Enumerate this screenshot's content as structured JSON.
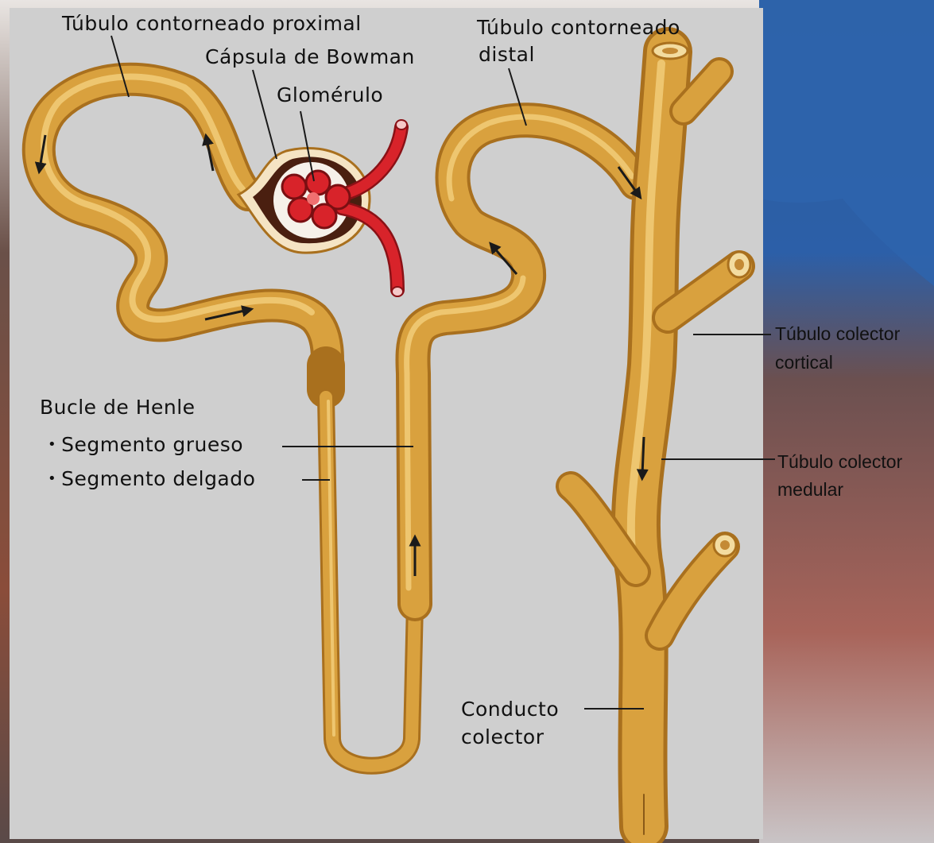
{
  "labels": {
    "tubulo_proximal": "Túbulo contorneado proximal",
    "capsula_bowman": "Cápsula de Bowman",
    "glomerulo": "Glomérulo",
    "tubulo_distal_line1": "Túbulo contorneado",
    "tubulo_distal_line2": "distal",
    "bucle_henle": "Bucle de Henle",
    "segmento_grueso": "Segmento grueso",
    "segmento_delgado": "Segmento delgado",
    "conducto_line1": "Conducto",
    "conducto_line2": "colector",
    "colector_cortical_line1": "Túbulo colector",
    "colector_cortical_line2": "cortical",
    "colector_medular_line1": "Túbulo colector",
    "colector_medular_line2": "medular"
  },
  "colors": {
    "tubule": "#d9a13e",
    "tubule_highlight": "#f3cf7d",
    "tubule_shadow": "#a9701e",
    "vessel": "#d8232a",
    "capsule": "#4a1f10",
    "panel": "#cfcfcf"
  }
}
